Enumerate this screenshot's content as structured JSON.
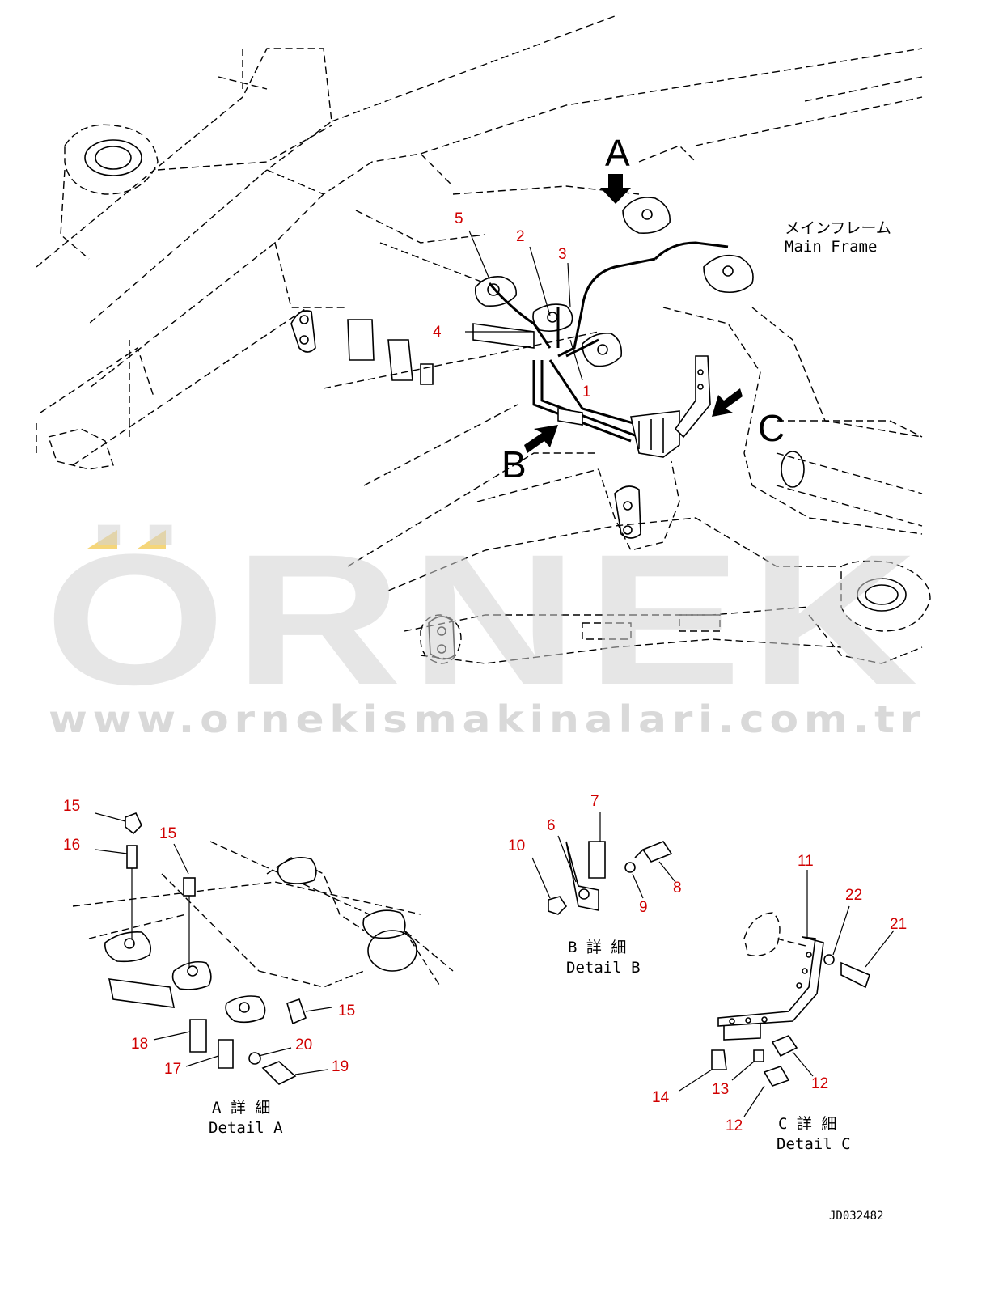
{
  "labels": {
    "main_frame_jp": "メインフレーム",
    "main_frame_en": "Main Frame",
    "view_a": "A",
    "view_b": "B",
    "view_c": "C",
    "detail_a_jp": "A 詳 細",
    "detail_a_en": "Detail A",
    "detail_b_jp": "B 詳 細",
    "detail_b_en": "Detail B",
    "detail_c_jp": "C 詳 細",
    "detail_c_en": "Detail C",
    "drawing_number": "JD032482"
  },
  "watermark": {
    "brand": "ÖRNEK",
    "url": "www.ornekismakinalari.com.tr",
    "accent_color": "#f5d67a",
    "text_color": "#d3d3d3"
  },
  "callouts": {
    "main": [
      "5",
      "2",
      "3",
      "4",
      "1"
    ],
    "detail_a": [
      "15",
      "16",
      "15",
      "15",
      "18",
      "20",
      "17",
      "19"
    ],
    "detail_b": [
      "7",
      "6",
      "10",
      "8",
      "9"
    ],
    "detail_c": [
      "11",
      "22",
      "21",
      "12",
      "14",
      "13",
      "12"
    ]
  },
  "colors": {
    "callout": "#d00000",
    "line": "#000000"
  }
}
